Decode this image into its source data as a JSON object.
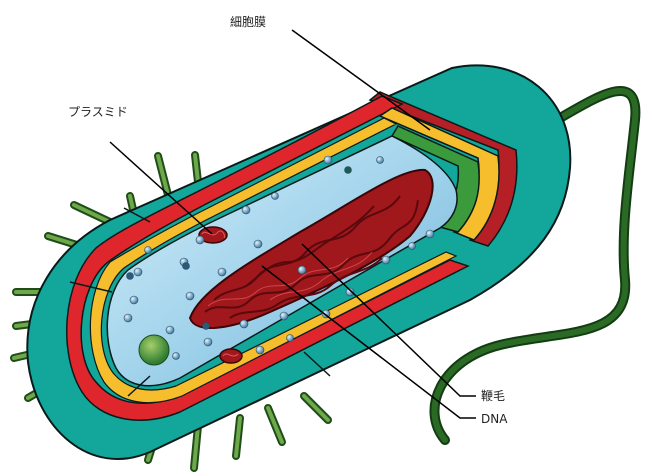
{
  "labels": {
    "membrane": "細胞膜",
    "plasmid": "プラスミド",
    "flagellum": "鞭毛",
    "dna": "DNA"
  },
  "colors": {
    "capsule": "#12a79a",
    "capsule_dark": "#0b7c72",
    "cell_wall_red": "#e0262d",
    "cell_wall_dark": "#b51f26",
    "membrane_yellow": "#f6be2c",
    "inner_green": "#3b9a3c",
    "cytoplasm": "#a8d8ee",
    "cytoplasm_deep": "#6bb6da",
    "dna": "#a0171c",
    "dna_dark": "#5a0a0d",
    "pili": "#3f7e33",
    "flagellum": "#2b6a25",
    "ribosome": "#6c9fbf"
  }
}
